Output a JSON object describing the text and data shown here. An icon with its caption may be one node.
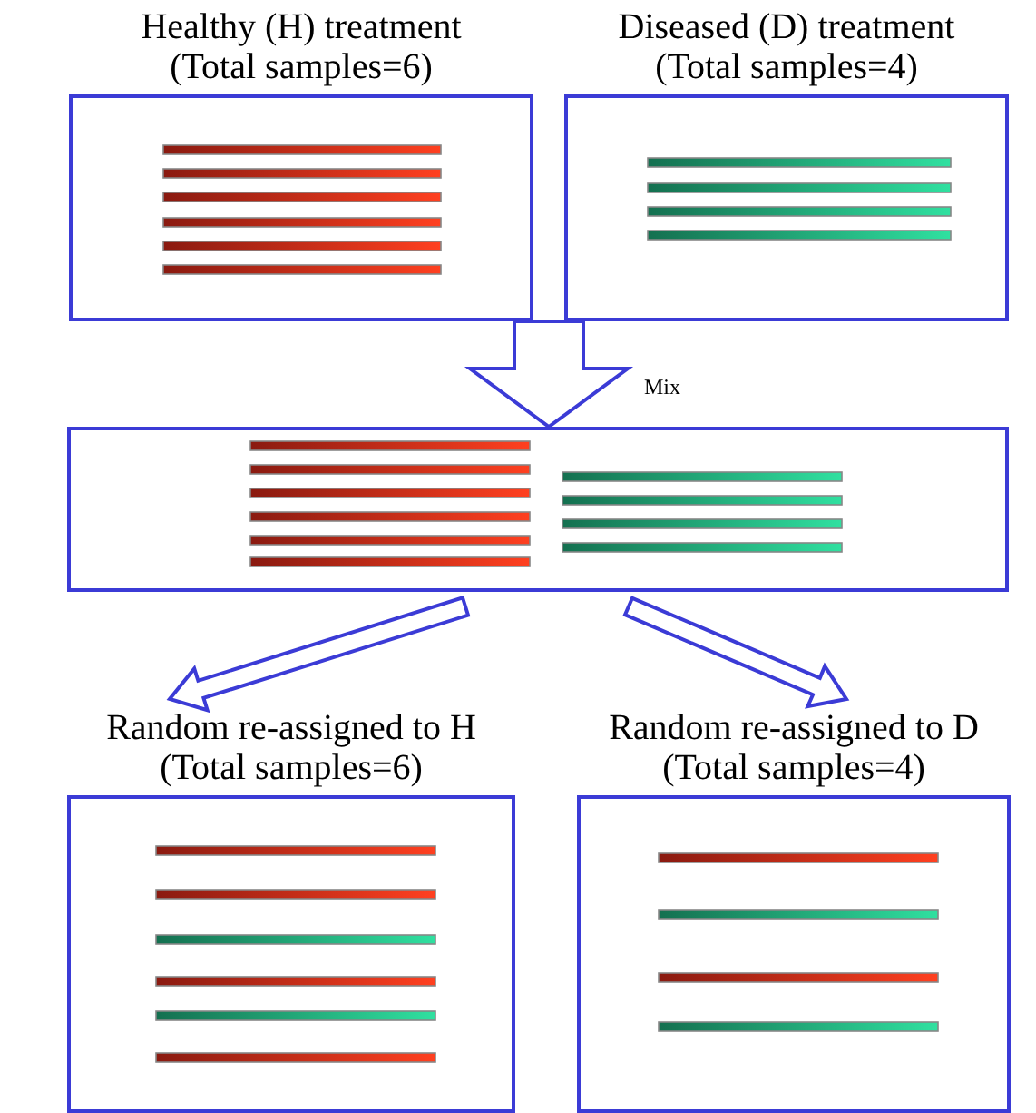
{
  "diagram": {
    "nodes": [
      {
        "text": [
          "Healthy (H) treatment",
          "(Total samples=6)"
        ]
      },
      {
        "text": [
          "Diseased (D) treatment",
          "(Total samples=4)"
        ]
      },
      {
        "text": [],
        "shape": "box"
      },
      {
        "text": [
          "Random re-assigned to H",
          "(Total samples=6)"
        ]
      },
      {
        "text": [
          "Random re-assigned to D",
          "(Total samples=4)"
        ]
      }
    ],
    "edges": [
      {
        "from": 0,
        "to": 2,
        "arrow": "to"
      },
      {
        "from": 1,
        "to": 2,
        "arrow": "to"
      },
      {
        "from": 2,
        "to": 3,
        "arrow": "to"
      },
      {
        "from": 2,
        "to": 4,
        "arrow": "to"
      }
    ],
    "labels": [
      "Mix"
    ]
  }
}
